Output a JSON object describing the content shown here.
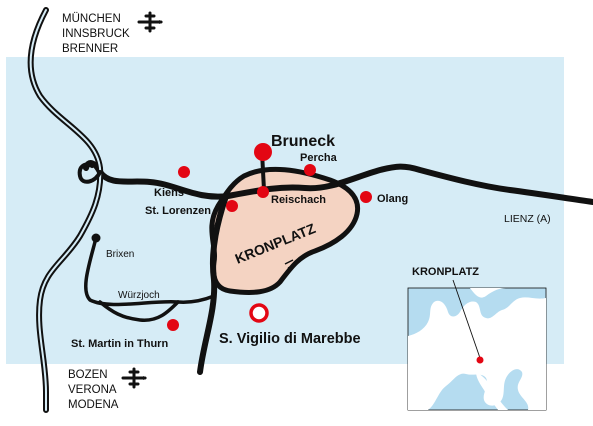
{
  "routes": {
    "north": [
      "MÜNCHEN",
      "INNSBRUCK",
      "BRENNER"
    ],
    "south": [
      "BOZEN",
      "VERONA",
      "MODENA"
    ],
    "east": "LIENZ (A)"
  },
  "icons": {
    "airport_north": "airplane-icon",
    "airport_south": "airplane-icon"
  },
  "region": {
    "name": "KRONPLATZ"
  },
  "towns": {
    "bruneck": "Bruneck",
    "percha": "Percha",
    "reischach": "Reischach",
    "olang": "Olang",
    "kiens": "Kiens",
    "st_lorenzen": "St. Lorenzen",
    "brixen": "Brixen",
    "wurzjoch": "Würzjoch",
    "st_martin": "St. Martin in Thurn",
    "vigilio": "S. Vigilio di Marebbe"
  },
  "inset": {
    "title": "KRONPLATZ"
  },
  "colors": {
    "map_bg": "#d6ecf6",
    "region_fill": "#f4d3c2",
    "road": "#111111",
    "town_dot": "#e30613",
    "water": "#b5dcf0",
    "land": "#ffffff"
  }
}
